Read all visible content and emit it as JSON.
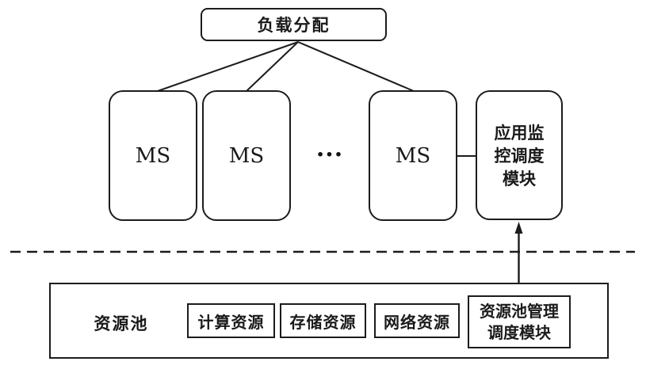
{
  "colors": {
    "line": "#1c1c1c",
    "background": "#ffffff",
    "text": "#1a1a1a"
  },
  "top": {
    "label": "负载分配"
  },
  "servers": {
    "items": [
      "MS",
      "MS",
      "MS"
    ],
    "ellipsis": "···"
  },
  "app_module": {
    "lines": [
      "应用监",
      "控调度",
      "模块"
    ]
  },
  "pool": {
    "label": "资源池",
    "resources": [
      "计算资源",
      "存储资源",
      "网络资源"
    ],
    "module_lines": [
      "资源池管理",
      "调度模块"
    ]
  }
}
